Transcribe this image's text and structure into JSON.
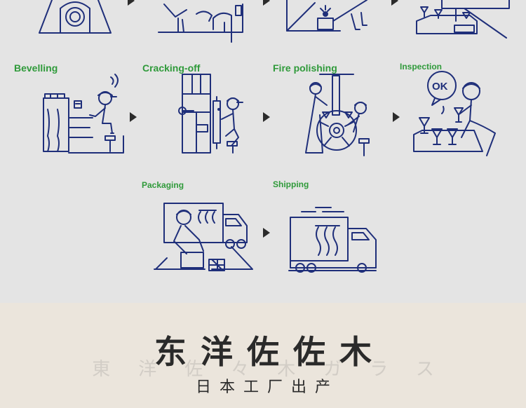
{
  "steps": {
    "bevelling": "Bevelling",
    "cracking_off": "Cracking-off",
    "fire_polishing": "Fire polishing",
    "inspection": "Inspection",
    "ok": "OK",
    "packaging": "Packaging",
    "shipping": "Shipping"
  },
  "footer": {
    "brand": "东洋佐佐木",
    "watermark": "東洋佐々木ガラス",
    "made_in": "日本工厂出产"
  },
  "colors": {
    "label_green": "#2f9a3a",
    "line_navy": "#1f2f7a",
    "top_bg": "#e4e4e4",
    "footer_bg": "#ebe5dc"
  }
}
